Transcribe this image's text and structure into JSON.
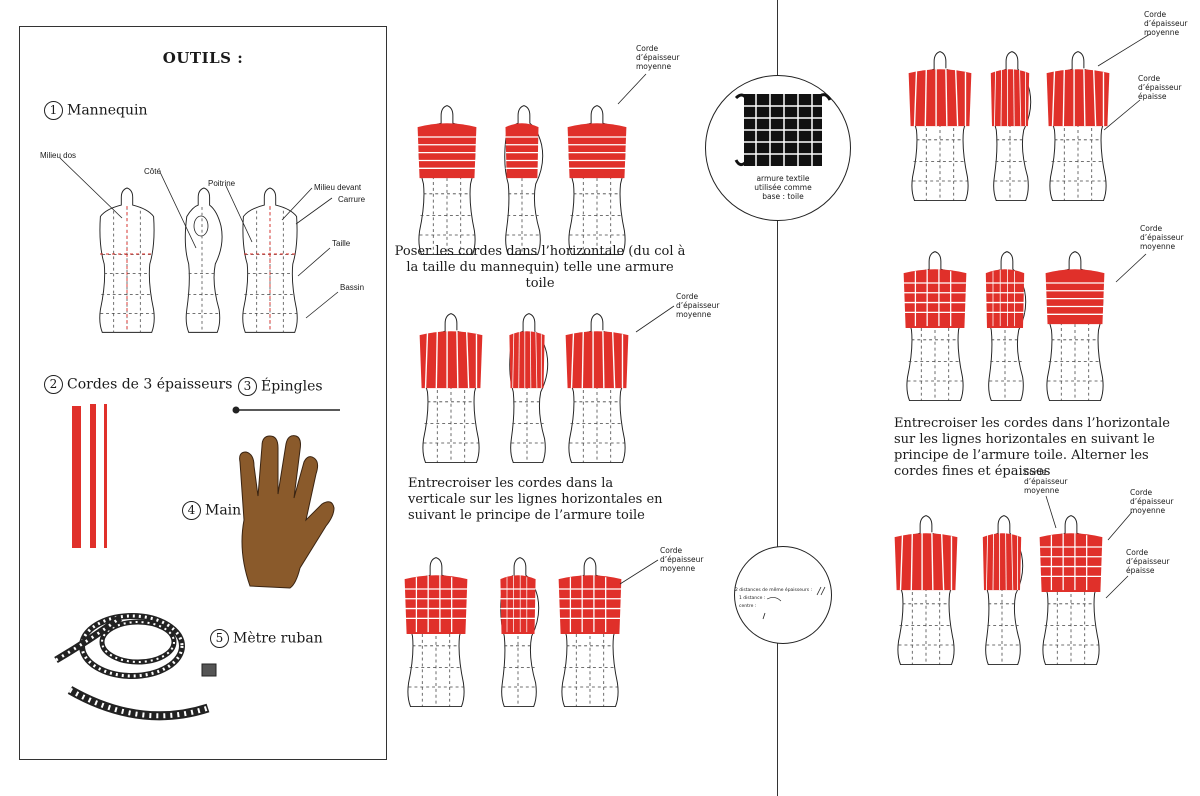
{
  "tools": {
    "title": "OUTILS :",
    "items": [
      {
        "num": "1",
        "label": "Mannequin"
      },
      {
        "num": "2",
        "label": "Cordes de 3 épaisseurs"
      },
      {
        "num": "3",
        "label": "Épingles"
      },
      {
        "num": "4",
        "label": "Main"
      },
      {
        "num": "5",
        "label": "Mètre ruban"
      }
    ],
    "mannequin_labels": {
      "milieu_dos": "Milieu dos",
      "cote": "Côté",
      "poitrine": "Poitrine",
      "milieu_devant": "Milieu devant",
      "carrure": "Carrure",
      "taille": "Taille",
      "bassin": "Bassin"
    }
  },
  "steps": {
    "step1": "Poser les cordes dans l’horizontale (du col à la taille du mannequin) telle une armure toile",
    "step2": "Entrecroiser les cordes dans la verticale sur les lignes horizontales en suivant le principe de l’armure toile",
    "step3": "Entrecroiser les cordes dans l’horizontale sur les lignes horizontales en suivant le principe de l’armure toile. Alterner les cordes fines et épaisses"
  },
  "notes": {
    "corde_moyenne": "Corde\nd’épaisseur\nmoyenne",
    "corde_epaisse": "Corde\nd’épaisseur\népaisse",
    "armure": "armure textile\nutilisée comme\nbase : toile"
  },
  "legend": {
    "line1": "2 distances de même épaisseurs :",
    "line2": "1 distance :",
    "line3": "centre :"
  },
  "colors": {
    "accent_red": "#e0302a",
    "skin": "#8a5a2b",
    "line": "#222222"
  }
}
